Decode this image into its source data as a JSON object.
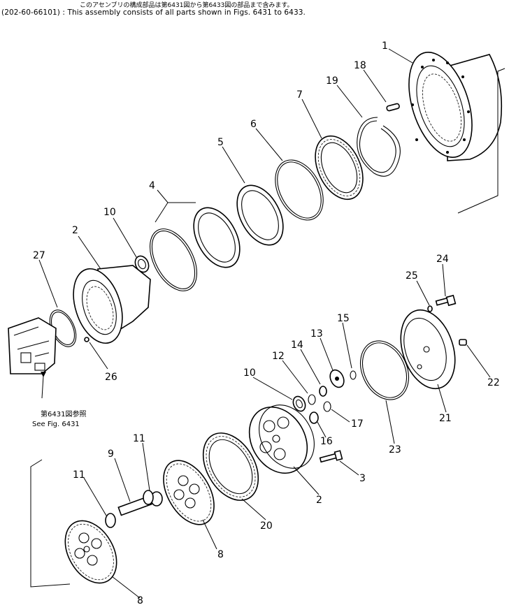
{
  "header": {
    "jp": "このアセンブリの構成部品は第6431図から第6433図の部品まで含みます。",
    "en": "(202-60-66101) : This assembly consists of all parts shown in Figs. 6431 to 6433."
  },
  "note": {
    "jp": "第6431図参照",
    "en": "See Fig. 6431"
  },
  "callouts": [
    "1",
    "18",
    "19",
    "7",
    "6",
    "5",
    "4",
    "10",
    "2",
    "27",
    "26",
    "24",
    "25",
    "15",
    "13",
    "14",
    "12",
    "10",
    "22",
    "21",
    "17",
    "16",
    "23",
    "11",
    "9",
    "11",
    "20",
    "2",
    "3",
    "8",
    "8"
  ]
}
